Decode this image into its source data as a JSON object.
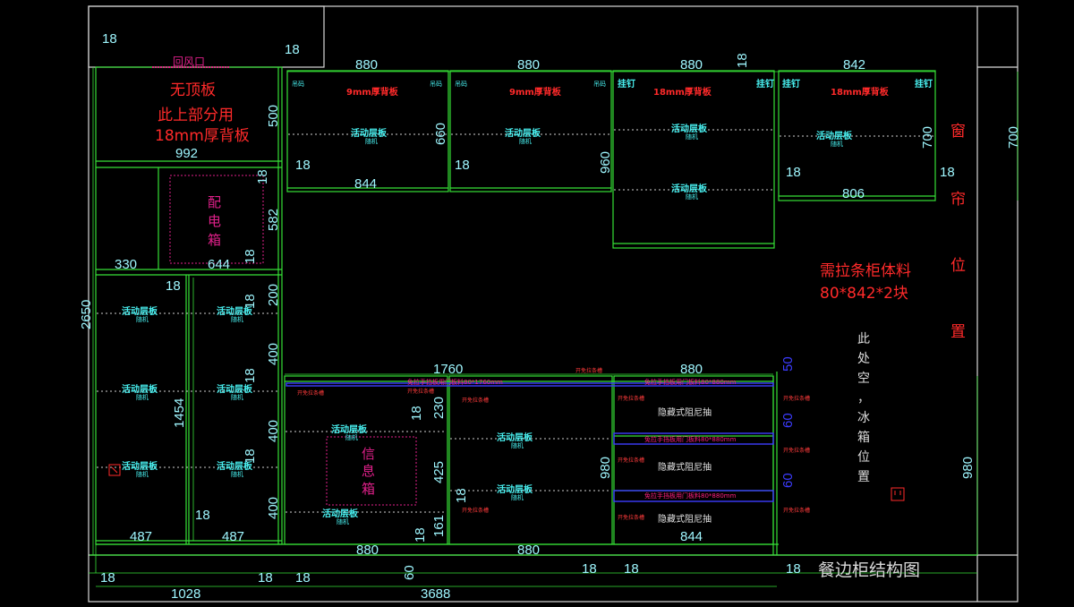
{
  "drawing_title": "餐边柜结构图",
  "notes": {
    "vent": "回风口",
    "no_top": "无顶板",
    "upper_back": "此上部分用",
    "back_18": "18mm厚背板",
    "elec_box": [
      "配",
      "电",
      "箱"
    ],
    "info_box": [
      "信",
      "息",
      "箱"
    ],
    "pull_strip": "需拉条柜体料",
    "pull_strip_size": "80*842*2块",
    "window": [
      "窗",
      "帘",
      "位",
      "置"
    ],
    "fridge": [
      "此",
      "处",
      "空",
      "，",
      "冰",
      "箱",
      "位",
      "置"
    ]
  },
  "labels": {
    "shelf": "活动层板",
    "shelf_sub": "随机",
    "back_9": "9mm厚背板",
    "back_18": "18mm厚背板",
    "hang_left": "吊码",
    "hang_right": "吊码",
    "hanger": "挂钉",
    "hidden_drawer": "隐藏式阻尼抽",
    "handle_slot": "开免拉条槽",
    "handle_free": "免拉手挡板用门板料80*1760mm",
    "handle_free_880": "免拉手挡板用门板料80*880mm",
    "note_small": "开免拉条槽"
  },
  "dimensions": {
    "d18": "18",
    "d880": "880",
    "d842": "842",
    "d700": "700",
    "d500": "500",
    "d660": "660",
    "d960": "960",
    "d992": "992",
    "d844": "844",
    "d806": "806",
    "d582": "582",
    "d330": "330",
    "d644": "644",
    "d200": "200",
    "d400": "400",
    "d1454": "1454",
    "d2650": "2650",
    "d487": "487",
    "d1028": "1028",
    "d3688": "3688",
    "d1760": "1760",
    "d230": "230",
    "d425": "425",
    "d161": "161",
    "d60": "60",
    "d980": "980",
    "d50": "50"
  },
  "colors": {
    "frame": "#36e036",
    "dimension": "#9ff7ff",
    "annotation": "#ff2a2a",
    "magenta": "#e0208a",
    "blue": "#3c3cff",
    "background": "#000000"
  }
}
